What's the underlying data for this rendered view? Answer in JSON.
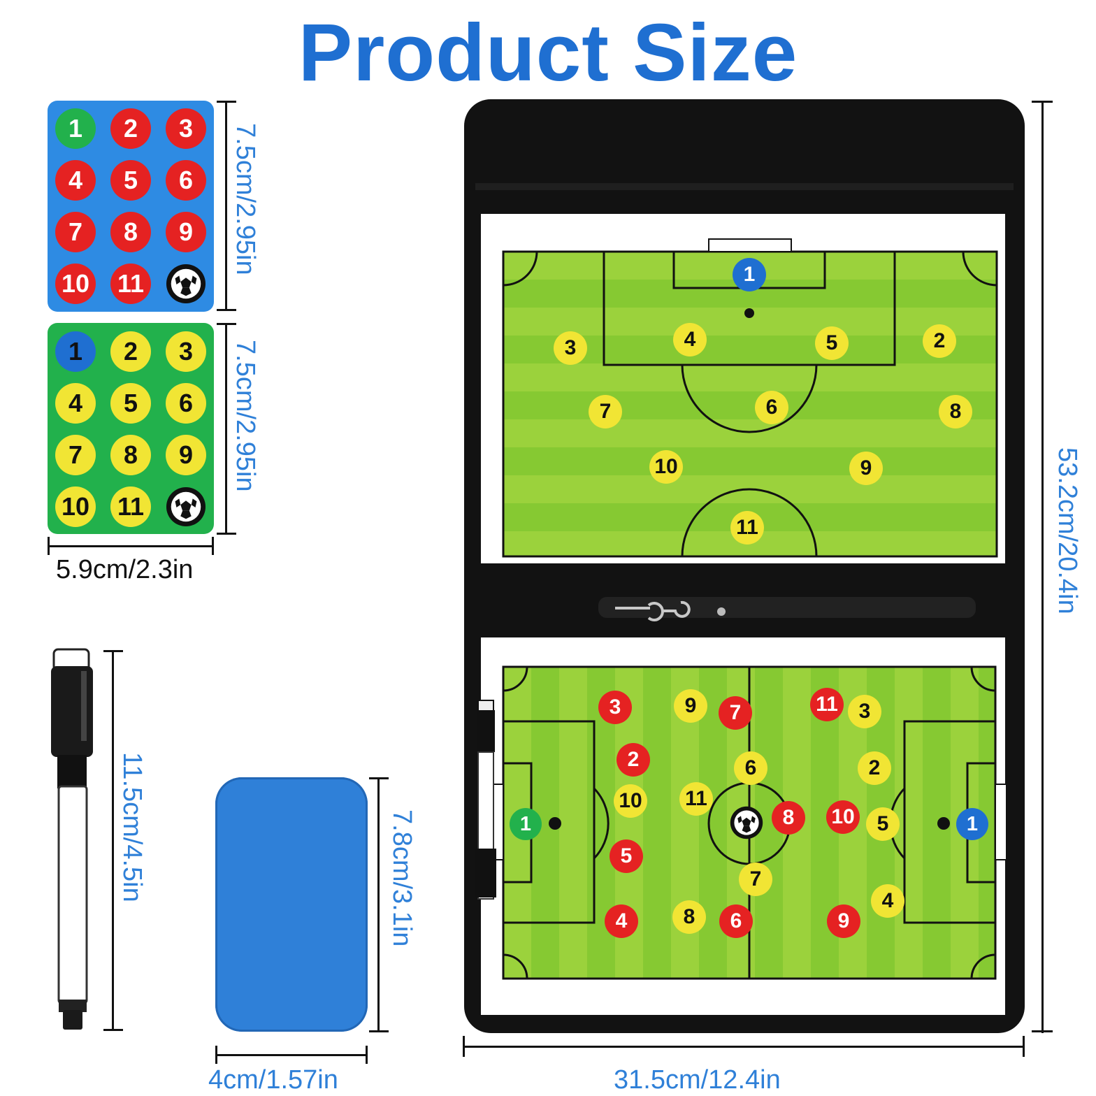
{
  "title": "Product Size",
  "colors": {
    "title": "#1f6fd1",
    "dimension_text": "#2f80d8",
    "dimension_text_dark": "#111111",
    "sheet_blue": "#2e8be3",
    "sheet_green": "#22b14c",
    "disc_red": "#e52222",
    "disc_green": "#22b14c",
    "disc_blue": "#1f6fd1",
    "disc_yellow": "#f1e534",
    "pitch_light": "#9bd23c",
    "pitch_dark": "#6cc024",
    "board_black": "#121212",
    "eraser_blue": "#2f80d8"
  },
  "dimensions": {
    "sheet1_height": "7.5cm/2.95in",
    "sheet2_height": "7.5cm/2.95in",
    "sheet_width": "5.9cm/2.3in",
    "marker_length": "11.5cm/4.5in",
    "eraser_height": "7.8cm/3.1in",
    "eraser_width": "4cm/1.57in",
    "board_height": "53.2cm/20.4in",
    "board_width": "31.5cm/12.4in"
  },
  "sheet_red": {
    "discs": [
      "1",
      "2",
      "3",
      "4",
      "5",
      "6",
      "7",
      "8",
      "9",
      "10",
      "11"
    ],
    "ball_icon": "soccer-ball-icon"
  },
  "sheet_yellow": {
    "discs": [
      "1",
      "2",
      "3",
      "4",
      "5",
      "6",
      "7",
      "8",
      "9",
      "10",
      "11"
    ],
    "ball_icon": "soccer-ball-icon"
  },
  "top_pitch_players": [
    "1",
    "3",
    "4",
    "5",
    "2",
    "7",
    "6",
    "8",
    "10",
    "9",
    "11"
  ],
  "bottom_pitch": {
    "red_players": [
      "3",
      "7",
      "11",
      "2",
      "8",
      "10",
      "5",
      "4",
      "6",
      "9"
    ],
    "yellow_players": [
      "9",
      "3",
      "6",
      "2",
      "10",
      "11",
      "5",
      "7",
      "8",
      "4"
    ],
    "keepers": [
      "1",
      "1"
    ],
    "ball_icon": "soccer-ball-icon"
  }
}
